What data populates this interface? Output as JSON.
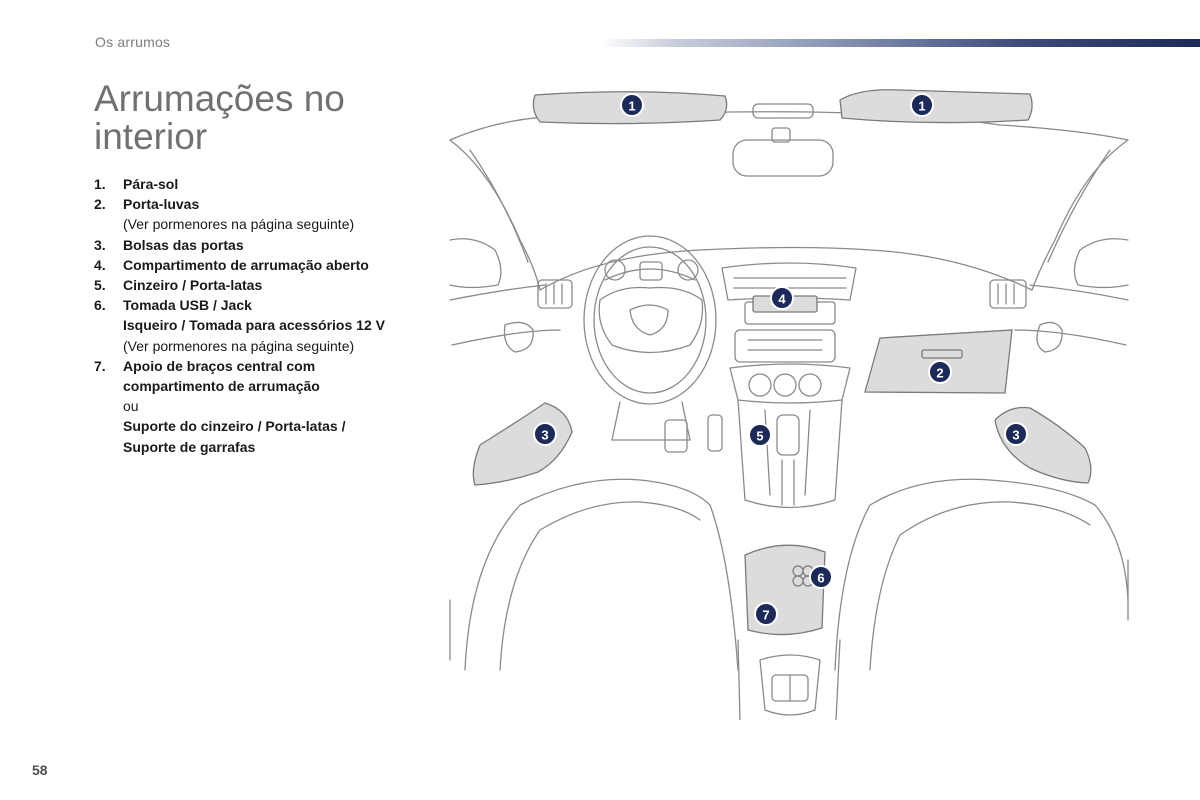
{
  "header": {
    "section": "Os arrumos"
  },
  "page_title": {
    "line1": "Arrumações no",
    "line2": "interior"
  },
  "items": [
    {
      "num": "1.",
      "lines": [
        {
          "text": "Pára-sol",
          "bold": true
        }
      ]
    },
    {
      "num": "2.",
      "lines": [
        {
          "text": "Porta-luvas",
          "bold": true
        },
        {
          "text": "(Ver pormenores na página seguinte)",
          "bold": false
        }
      ]
    },
    {
      "num": "3.",
      "lines": [
        {
          "text": "Bolsas das portas",
          "bold": true
        }
      ]
    },
    {
      "num": "4.",
      "lines": [
        {
          "text": "Compartimento de arrumação aberto",
          "bold": true
        }
      ]
    },
    {
      "num": "5.",
      "lines": [
        {
          "text": "Cinzeiro / Porta-latas",
          "bold": true
        }
      ]
    },
    {
      "num": "6.",
      "lines": [
        {
          "text": "Tomada USB / Jack",
          "bold": true
        },
        {
          "text": "Isqueiro / Tomada para acessórios 12 V",
          "bold": true
        },
        {
          "text": "(Ver pormenores na página seguinte)",
          "bold": false
        }
      ]
    },
    {
      "num": "7.",
      "lines": [
        {
          "text": "Apoio de braços central com",
          "bold": true
        },
        {
          "text": "compartimento de arrumação",
          "bold": true
        },
        {
          "text": "ou",
          "bold": false
        },
        {
          "text": "Suporte do cinzeiro / Porta-latas /",
          "bold": true
        },
        {
          "text": "Suporte de garrafas",
          "bold": true
        }
      ]
    }
  ],
  "callouts": {
    "sunvisor_left": "1",
    "sunvisor_right": "1",
    "glovebox": "2",
    "door_pocket_left": "3",
    "door_pocket_right": "3",
    "open_storage": "4",
    "ashtray_cupholder": "5",
    "usb_jack_socket": "6",
    "armrest_storage": "7"
  },
  "colors": {
    "callout": "#1c2a59",
    "highlight_fill": "#dcdcdc",
    "line": "#8a8a8a"
  },
  "page_number": "58"
}
